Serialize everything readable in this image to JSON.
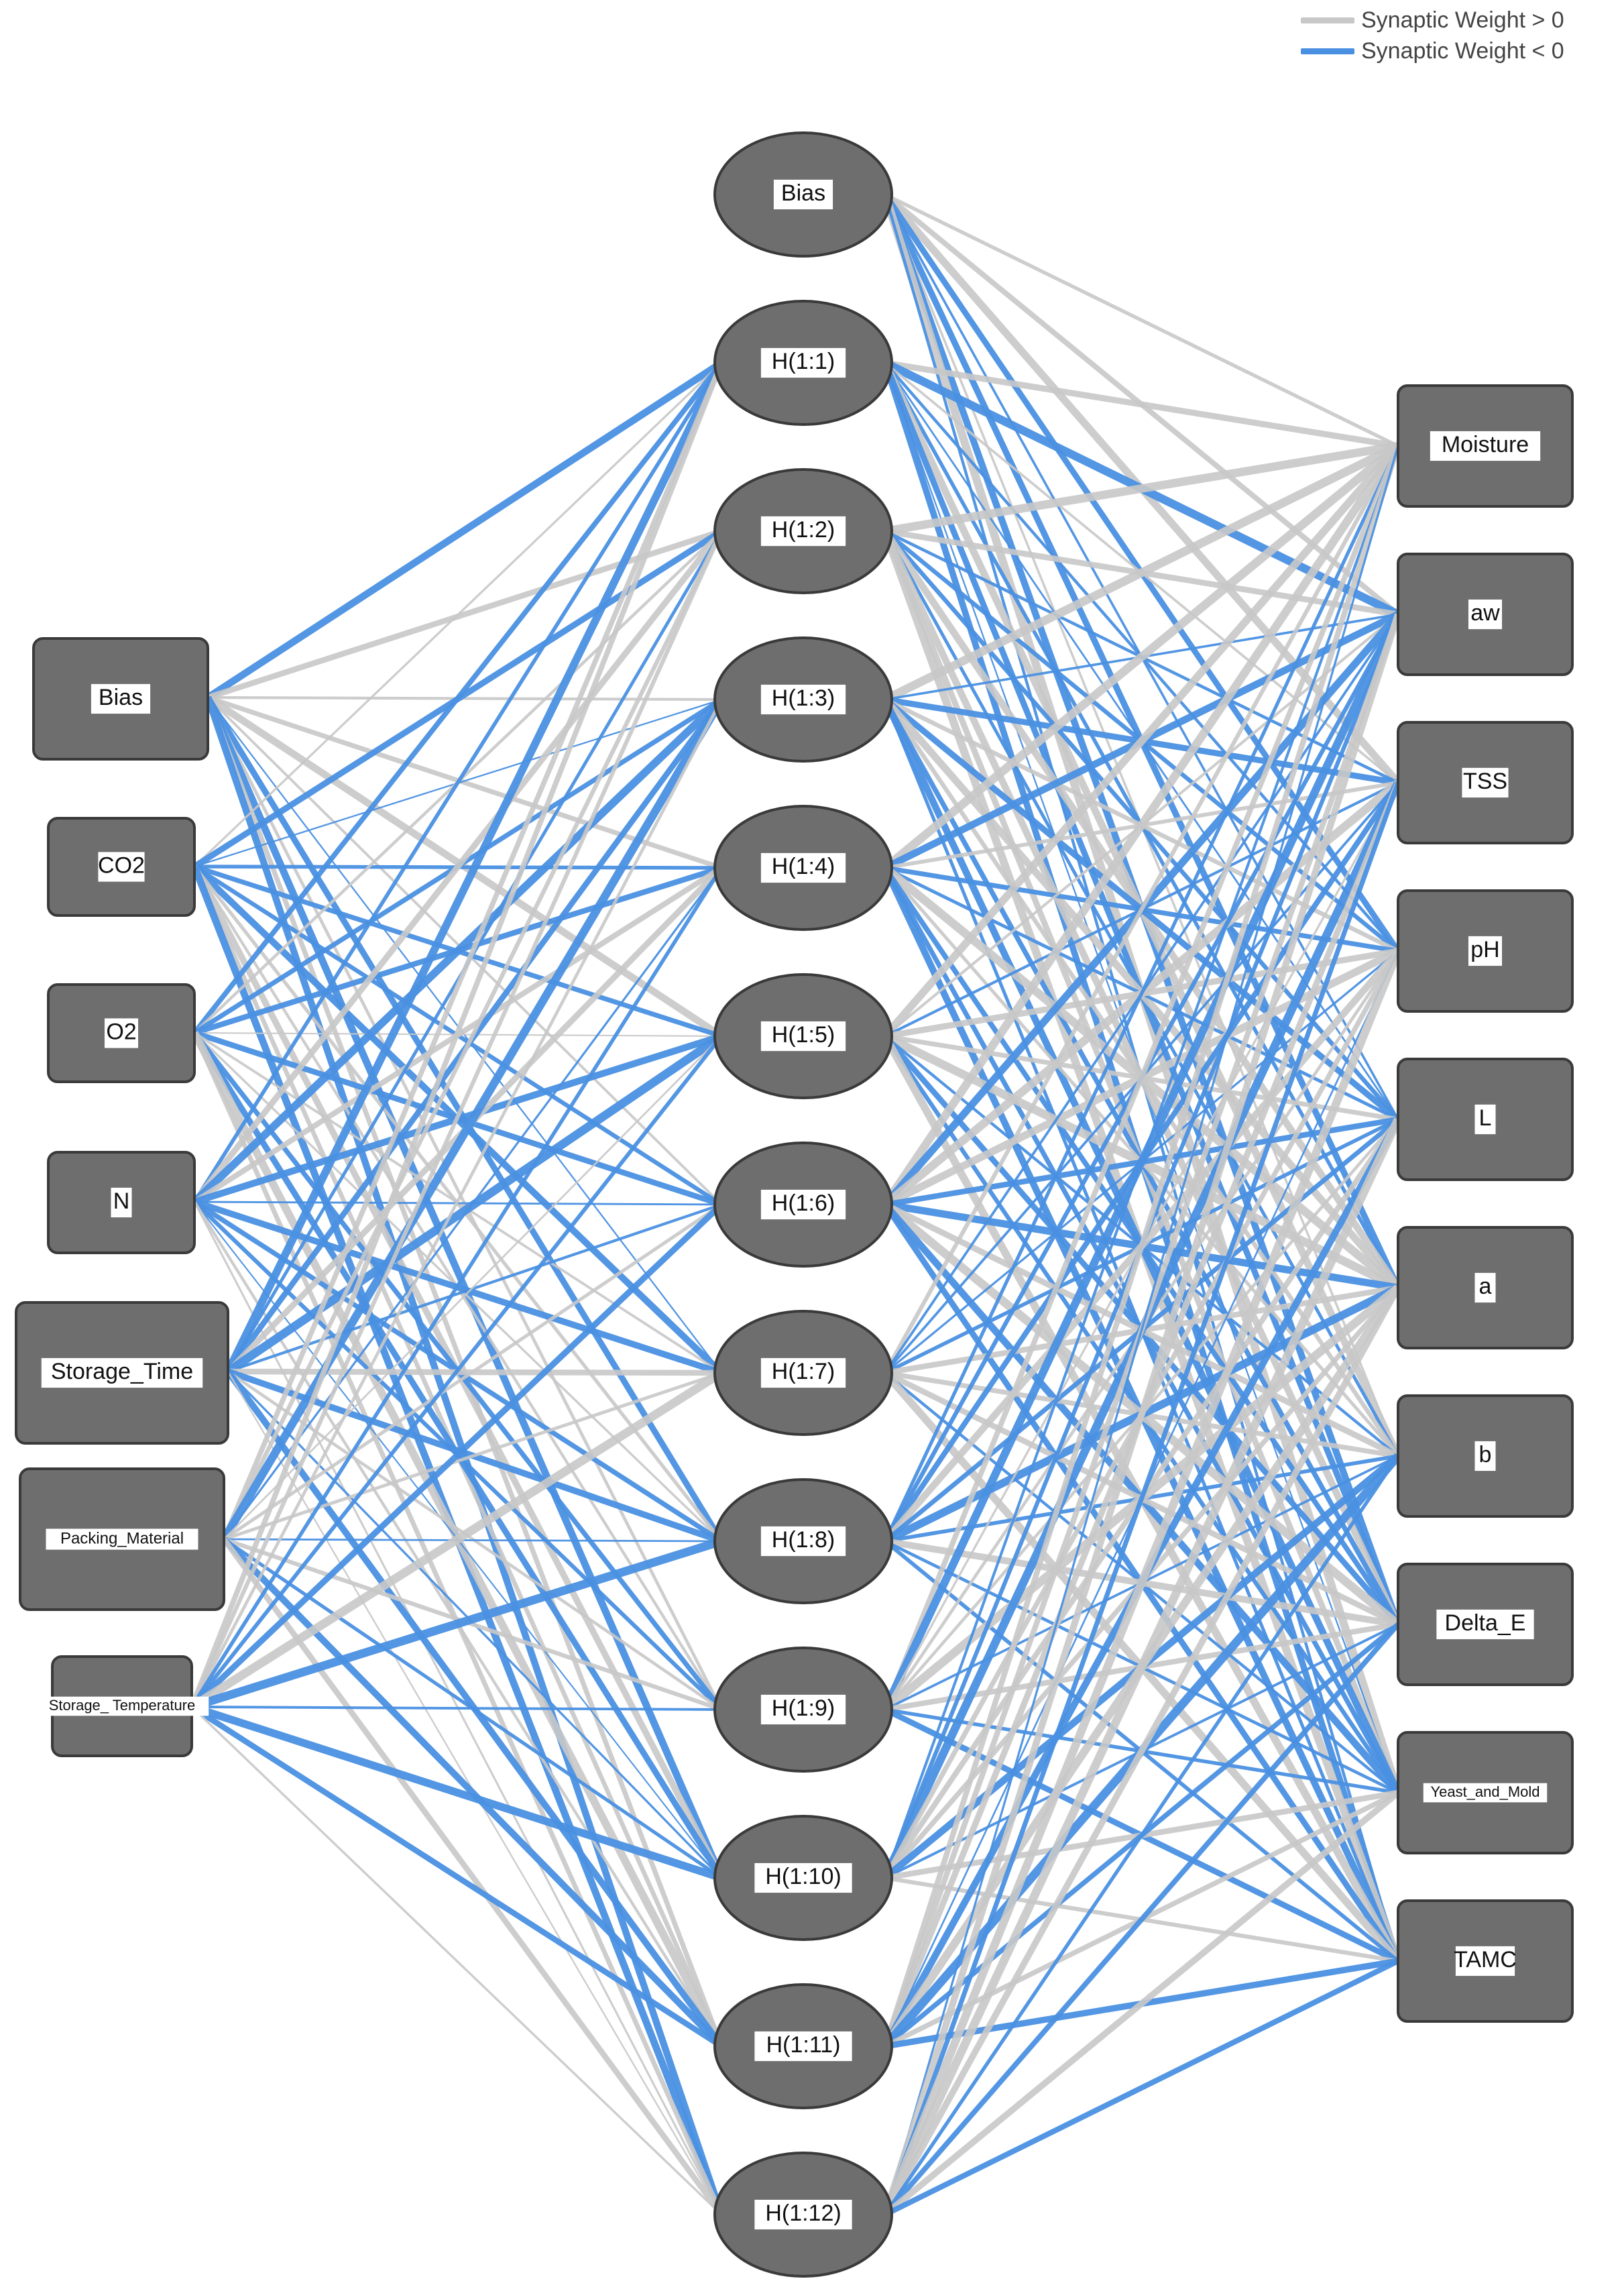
{
  "legend": {
    "positive_label": "Synaptic Weight > 0",
    "negative_label": "Synaptic Weight < 0",
    "positive_color": "#c8c8c8",
    "negative_color": "#4a90e2"
  },
  "node_color": "#6e6e6e",
  "input_layer": [
    "Bias",
    "CO2",
    "O2",
    "N",
    "Storage_Time",
    "Packing_Material",
    "Storage_ Temperature"
  ],
  "hidden_layer": [
    "Bias",
    "H(1:1)",
    "H(1:2)",
    "H(1:3)",
    "H(1:4)",
    "H(1:5)",
    "H(1:6)",
    "H(1:7)",
    "H(1:8)",
    "H(1:9)",
    "H(1:10)",
    "H(1:11)",
    "H(1:12)"
  ],
  "output_layer": [
    "Moisture",
    "aw",
    "TSS",
    "pH",
    "L",
    "a",
    "b",
    "Delta_E",
    "Yeast_and_Mold",
    "TAMC"
  ]
}
